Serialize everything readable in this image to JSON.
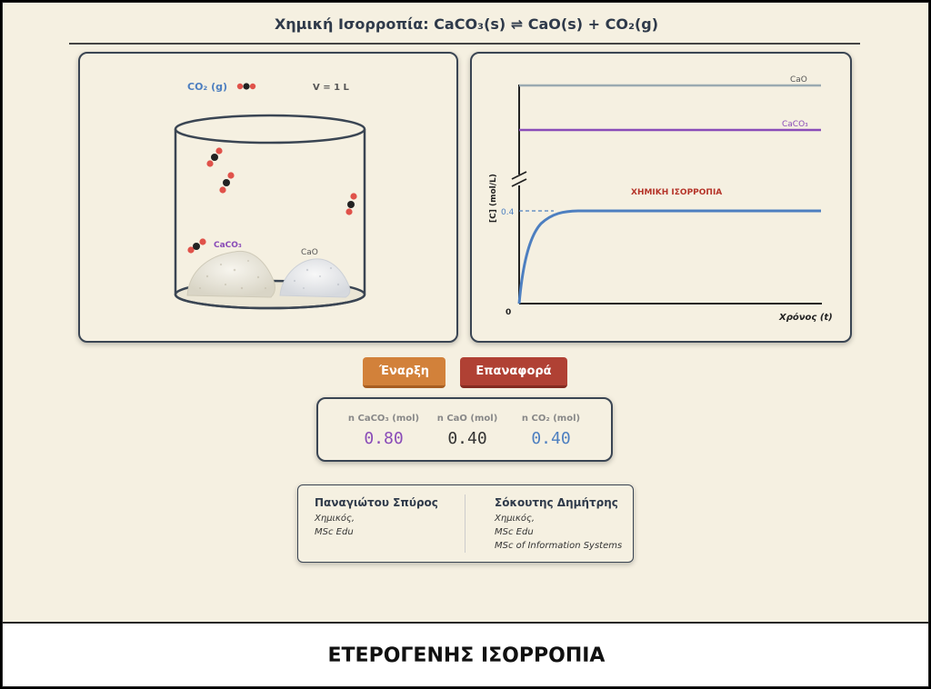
{
  "app": {
    "title": "Χημική Ισορροπία: CaCO₃(s) ⇌ CaO(s) + CO₂(g)"
  },
  "vessel": {
    "gas_label": "CO₂ (g)",
    "volume_label": "V = 1 L",
    "solid_left_label": "CaCO₃",
    "solid_right_label": "CaO"
  },
  "graph": {
    "y_axis_label": "[C] (mol/L)",
    "x_axis_label": "Χρόνος (t)",
    "origin_label": "0",
    "tick_04_label": "0.4",
    "equilibrium_label": "ΧΗΜΙΚΗ ΙΣΟΡΡΟΠΙΑ",
    "line_cao_label": "CaO",
    "line_caco3_label": "CaCO₃",
    "colors": {
      "cao": "#9aaab1",
      "caco3": "#8a4cb8",
      "co2": "#4d7fc0",
      "equilibrium": "#b5352a"
    }
  },
  "controls": {
    "start_label": "Έναρξη",
    "reset_label": "Επαναφορά"
  },
  "readouts": [
    {
      "label": "n CaCO₃ (mol)",
      "value": "0.80",
      "color": "#8a4cb8"
    },
    {
      "label": "n CaO (mol)",
      "value": "0.40",
      "color": "#333333"
    },
    {
      "label": "n CO₂ (mol)",
      "value": "0.40",
      "color": "#4d7fc0"
    }
  ],
  "credits": [
    {
      "name": "Παναγιώτου Σπύρος",
      "lines": [
        "Χημικός,",
        "MSc Edu"
      ]
    },
    {
      "name": "Σόκουτης Δημήτρης",
      "lines": [
        "Χημικός,",
        "MSc Edu",
        "MSc of Information Systems"
      ]
    }
  ],
  "footer": {
    "title": "ΕΤΕΡΟΓΕΝΗΣ ΙΣΟΡΡΟΠΙΑ"
  }
}
